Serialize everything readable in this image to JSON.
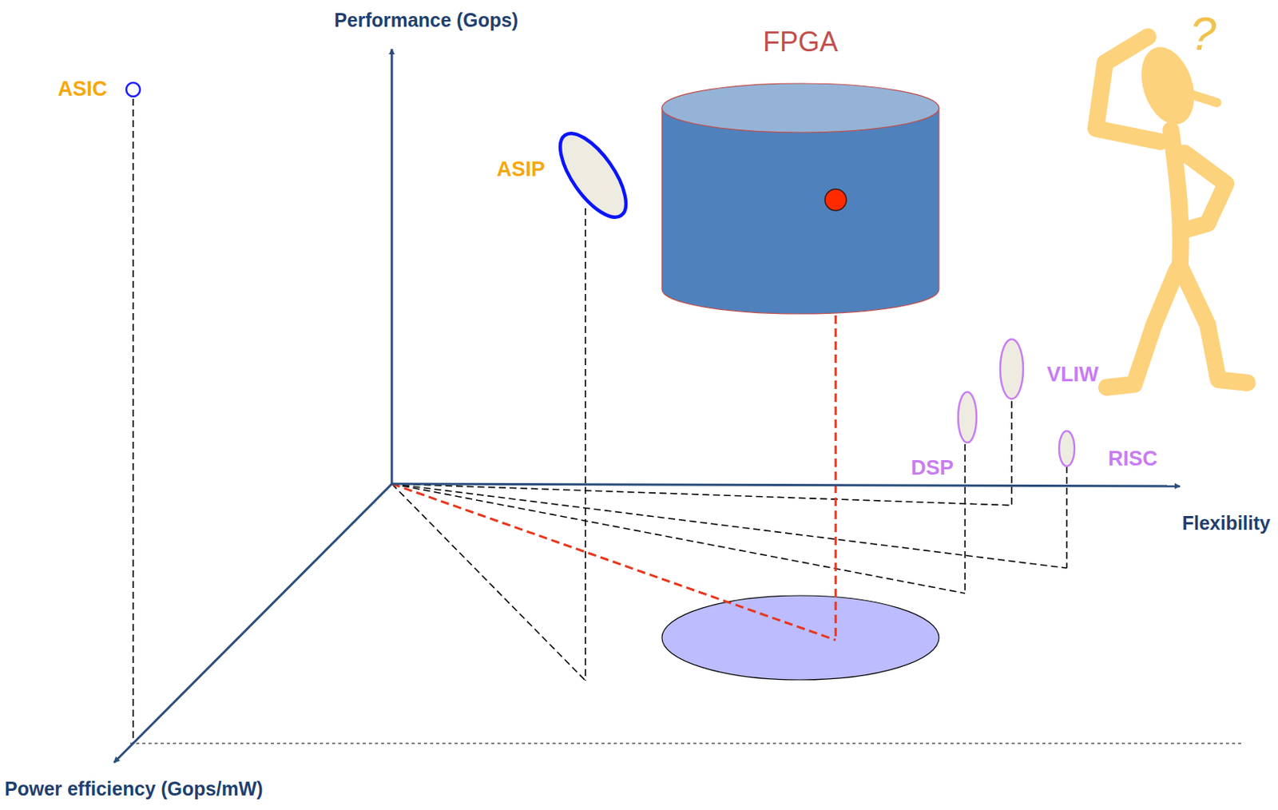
{
  "diagram": {
    "nodes": [
      {
        "text": [
          "ASIC"
        ]
      },
      {
        "text": [
          "ASIP"
        ]
      },
      {
        "text": [
          "FPGA"
        ]
      },
      {
        "text": [
          "VLIW"
        ]
      },
      {
        "text": [
          "DSP"
        ]
      },
      {
        "text": [
          "RISC"
        ]
      }
    ],
    "labels": [
      "Performance (Gops)",
      "Flexibility",
      "Power efficiency (Gops/mW)",
      "?"
    ]
  }
}
